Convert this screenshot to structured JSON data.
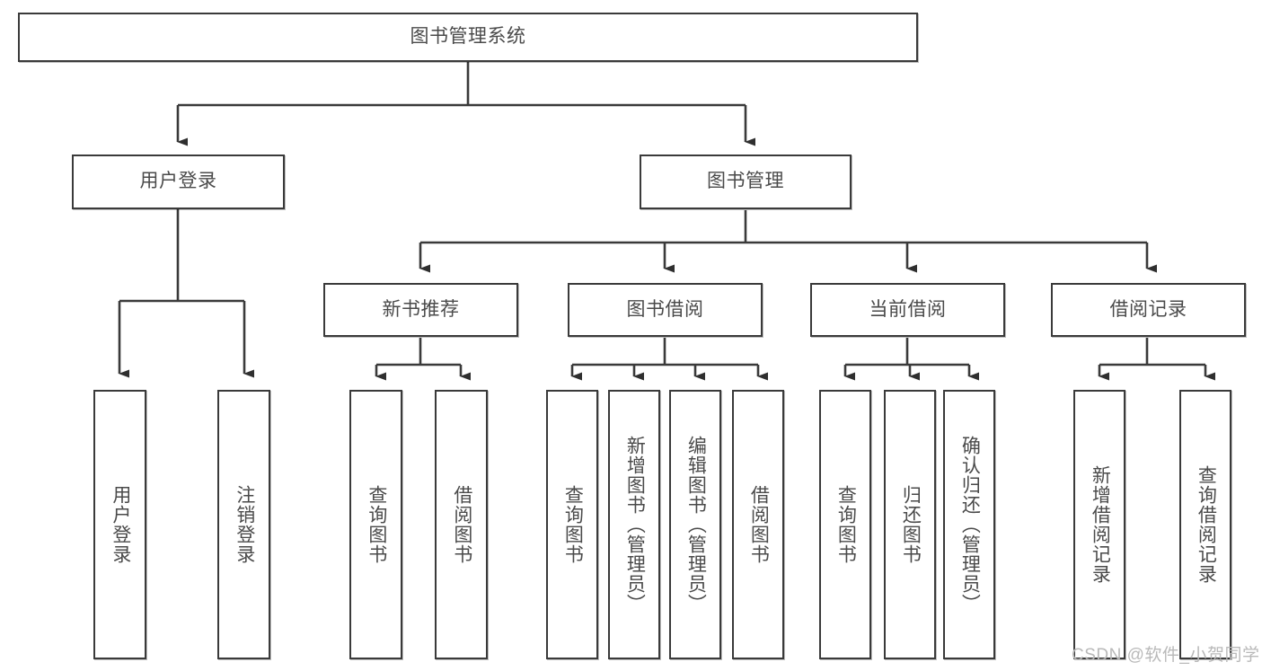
{
  "diagram": {
    "title": "图书管理系统",
    "type": "功能结构图",
    "background_color": "#ffffff",
    "line_color": "#3a3a3a",
    "text_color": "#4a4a4a",
    "root": {
      "label": "图书管理系统",
      "orientation": "horizontal"
    },
    "level2": [
      {
        "label": "用户登录",
        "orientation": "horizontal"
      },
      {
        "label": "图书管理",
        "orientation": "horizontal"
      }
    ],
    "level3": [
      {
        "label": "新书推荐",
        "orientation": "horizontal"
      },
      {
        "label": "图书借阅",
        "orientation": "horizontal"
      },
      {
        "label": "当前借阅",
        "orientation": "horizontal"
      },
      {
        "label": "借阅记录",
        "orientation": "horizontal"
      }
    ],
    "leaves": {
      "user_login": [
        {
          "label": "用户登录",
          "orientation": "vertical"
        },
        {
          "label": "注销登录",
          "orientation": "vertical"
        }
      ],
      "new_book_recommend": [
        {
          "label": "查询图书",
          "orientation": "vertical"
        },
        {
          "label": "借阅图书",
          "orientation": "vertical"
        }
      ],
      "book_borrow": [
        {
          "label": "查询图书",
          "orientation": "vertical"
        },
        {
          "label": "新增图书（管理员）",
          "orientation": "vertical"
        },
        {
          "label": "编辑图书（管理员）",
          "orientation": "vertical"
        },
        {
          "label": "借阅图书",
          "orientation": "vertical"
        }
      ],
      "current_borrow": [
        {
          "label": "查询图书",
          "orientation": "vertical"
        },
        {
          "label": "归还图书",
          "orientation": "vertical"
        },
        {
          "label": "确认归还（管理员）",
          "orientation": "vertical"
        }
      ],
      "borrow_record": [
        {
          "label": "新增借阅记录",
          "orientation": "vertical"
        },
        {
          "label": "查询借阅记录",
          "orientation": "vertical"
        }
      ]
    },
    "watermark": "CSDN @软件_小贺同学"
  }
}
